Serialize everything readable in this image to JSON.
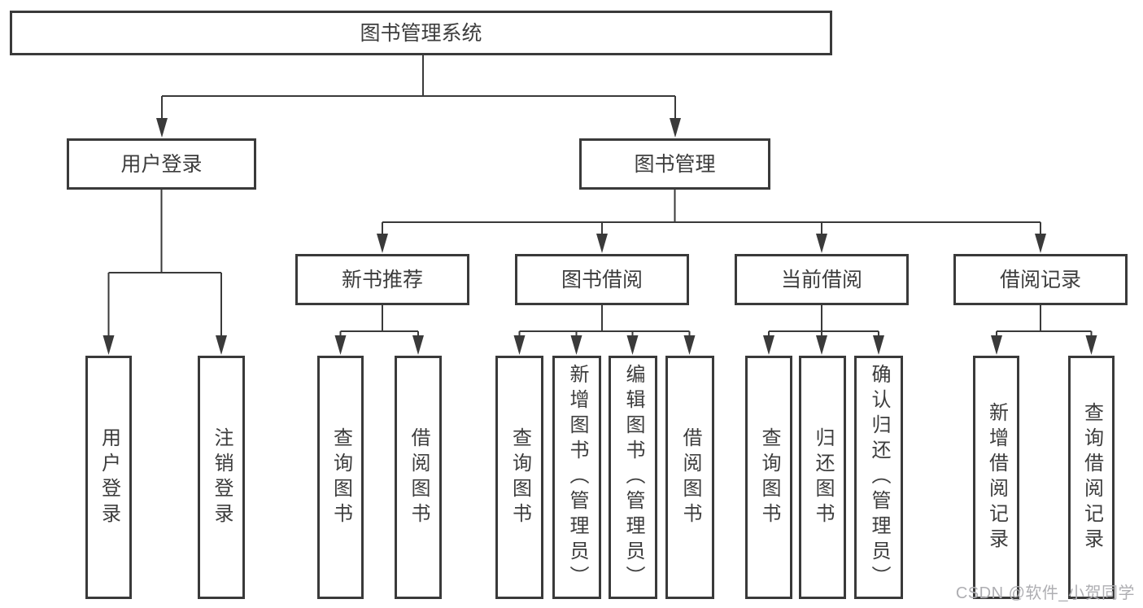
{
  "tree": {
    "label": "图书管理系统",
    "children": [
      {
        "label": "用户登录",
        "children": [
          {
            "label": "用户登录"
          },
          {
            "label": "注销登录"
          }
        ]
      },
      {
        "label": "图书管理",
        "children": [
          {
            "label": "新书推荐",
            "children": [
              {
                "label": "查询图书"
              },
              {
                "label": "借阅图书"
              }
            ]
          },
          {
            "label": "图书借阅",
            "children": [
              {
                "label": "查询图书"
              },
              {
                "label": "新增图书（管理员）"
              },
              {
                "label": "编辑图书（管理员）"
              },
              {
                "label": "借阅图书"
              }
            ]
          },
          {
            "label": "当前借阅",
            "children": [
              {
                "label": "查询图书"
              },
              {
                "label": "归还图书"
              },
              {
                "label": "确认归还（管理员）"
              }
            ]
          },
          {
            "label": "借阅记录",
            "children": [
              {
                "label": "新增借阅记录"
              },
              {
                "label": "查询借阅记录"
              }
            ]
          }
        ]
      }
    ]
  },
  "watermark": {
    "text": "CSDN @软件_小贺同学"
  },
  "colors": {
    "line": "#3a3a3a",
    "text": "#3d3d3d",
    "box_fill": "#ffffff",
    "background": "#ffffff",
    "watermark": "#aeaeb2"
  }
}
